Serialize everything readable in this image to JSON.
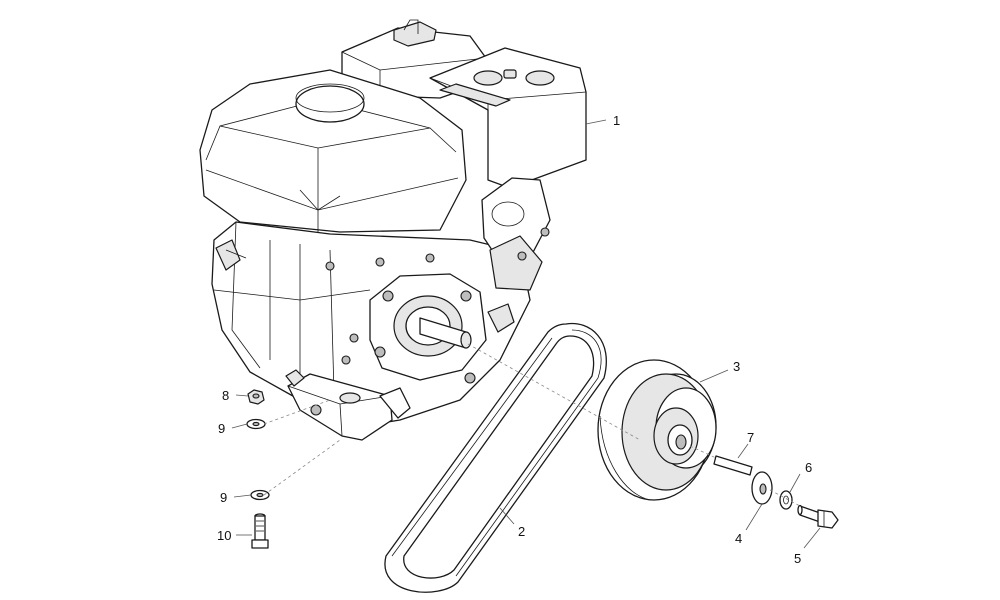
{
  "callouts": {
    "c1": "1",
    "c2": "2",
    "c3": "3",
    "c4": "4",
    "c5": "5",
    "c6": "6",
    "c7": "7",
    "c8": "8",
    "c9a": "9",
    "c9b": "9",
    "c10": "10"
  }
}
